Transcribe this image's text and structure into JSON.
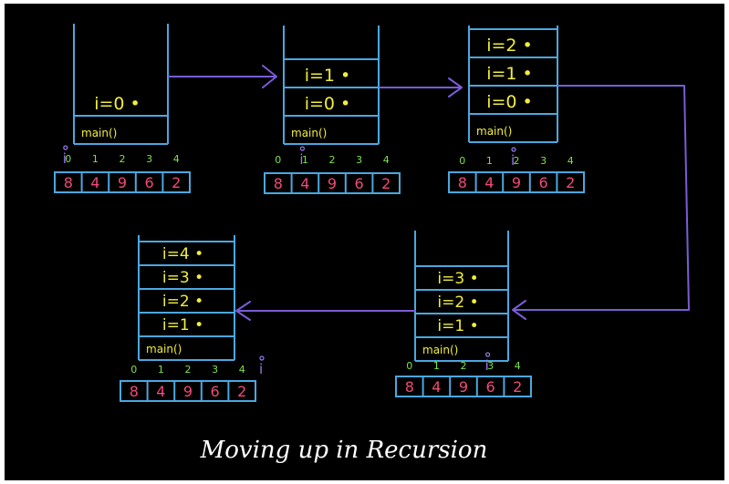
{
  "caption": "Moving up in Recursion",
  "colors": {
    "background": "#000000",
    "stack_outline": "#4aa8e0",
    "frame_text": "#f2ee3a",
    "index_text": "#7ee04a",
    "array_value_text": "#f04a78",
    "arrow": "#7b5cd6",
    "pointer_i": "#9b7bf0"
  },
  "panels": [
    {
      "id": "step-1",
      "frames": [
        "i=0 •"
      ],
      "base_frame": "main()",
      "indices": [
        "0",
        "1",
        "2",
        "3",
        "4"
      ],
      "array": [
        "8",
        "4",
        "9",
        "6",
        "2"
      ],
      "pointer_label": "i",
      "pointer_index": 0
    },
    {
      "id": "step-2",
      "frames": [
        "i=1 •",
        "i=0 •"
      ],
      "base_frame": "main()",
      "indices": [
        "0",
        "1",
        "2",
        "3",
        "4"
      ],
      "array": [
        "8",
        "4",
        "9",
        "6",
        "2"
      ],
      "pointer_label": "i",
      "pointer_index": 1
    },
    {
      "id": "step-3",
      "frames": [
        "i=2 •",
        "i=1 •",
        "i=0 •"
      ],
      "base_frame": "main()",
      "indices": [
        "0",
        "1",
        "2",
        "3",
        "4"
      ],
      "array": [
        "8",
        "4",
        "9",
        "6",
        "2"
      ],
      "pointer_label": "i",
      "pointer_index": 2
    },
    {
      "id": "step-4",
      "frames": [
        "i=3 •",
        "i=2 •",
        "i=1 •"
      ],
      "base_frame": "main()",
      "indices": [
        "0",
        "1",
        "2",
        "3",
        "4"
      ],
      "array": [
        "8",
        "4",
        "9",
        "6",
        "2"
      ],
      "pointer_label": "i",
      "pointer_index": 3
    },
    {
      "id": "step-5",
      "frames": [
        "i=4 •",
        "i=3 •",
        "i=2 •",
        "i=1 •"
      ],
      "base_frame": "main()",
      "indices": [
        "0",
        "1",
        "2",
        "3",
        "4"
      ],
      "array": [
        "8",
        "4",
        "9",
        "6",
        "2"
      ],
      "pointer_label": "i",
      "pointer_index": 5
    }
  ]
}
